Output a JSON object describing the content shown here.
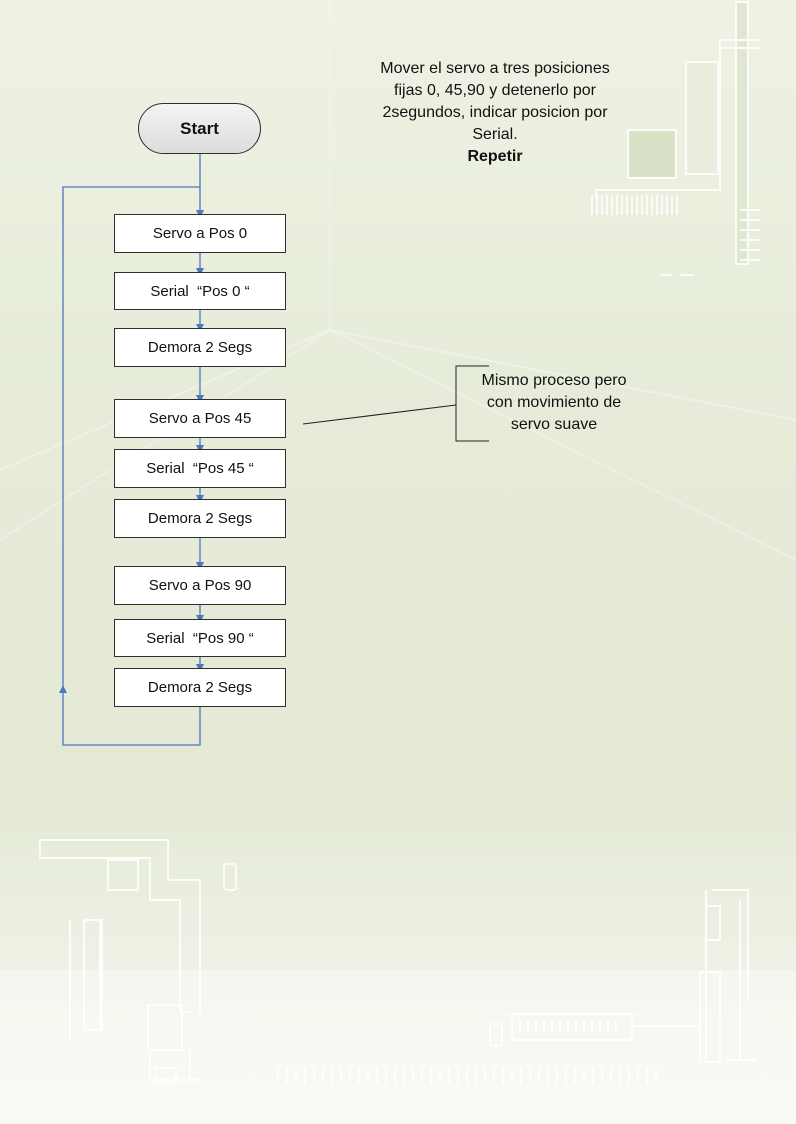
{
  "description": {
    "lines": [
      "Mover el servo a tres posiciones",
      "fijas 0, 45,90 y detenerlo por",
      "2segundos, indicar posicion por",
      "Serial."
    ],
    "emphasis": "Repetir"
  },
  "start_label": "Start",
  "steps": [
    {
      "label": "Servo a Pos 0"
    },
    {
      "label": "Serial  “Pos 0 “"
    },
    {
      "label": "Demora 2 Segs"
    },
    {
      "label": "Servo a Pos 45"
    },
    {
      "label": "Serial  “Pos 45 “"
    },
    {
      "label": "Demora 2 Segs"
    },
    {
      "label": "Servo a Pos 90"
    },
    {
      "label": "Serial  “Pos 90 “"
    },
    {
      "label": "Demora 2 Segs"
    }
  ],
  "callout": {
    "lines": [
      "Mismo proceso pero",
      "con movimiento de",
      "servo suave"
    ]
  },
  "colors": {
    "connector": "#4a77bd",
    "box_border": "#2f2f2f",
    "background": "#e6ecd9",
    "circuit": "#ffffff"
  }
}
